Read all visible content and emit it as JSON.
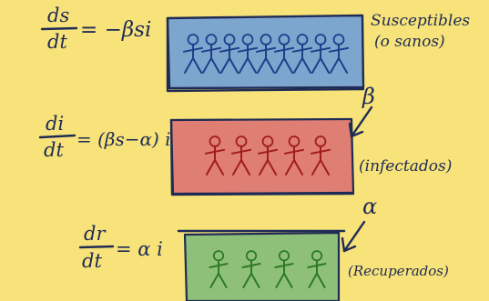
{
  "equations": {
    "ds": {
      "num": "ds",
      "den": "dt",
      "rhs": "= −βsi"
    },
    "di": {
      "num": "di",
      "den": "dt",
      "rhs": "= (βs−α) i"
    },
    "dr": {
      "num": "dr",
      "den": "dt",
      "rhs": "= α i"
    }
  },
  "compartments": {
    "susceptible": {
      "label_line1": "Susceptibles",
      "label_line2": "(o sanos)",
      "color": "#7da6cf",
      "count": 9
    },
    "infected": {
      "label": "(infectados)",
      "color": "#df7e73",
      "count": 5
    },
    "recovered": {
      "label": "(Recuperados)",
      "color": "#8fc07a",
      "count": 4
    }
  },
  "arrows": {
    "s_to_i": {
      "label": "β"
    },
    "i_to_r": {
      "label": "α"
    }
  },
  "colors": {
    "background": "#f7e37a",
    "ink": "#1f2b55",
    "s_people": "#1f3e8a",
    "i_people": "#a11d1d",
    "r_people": "#2c7a23"
  }
}
